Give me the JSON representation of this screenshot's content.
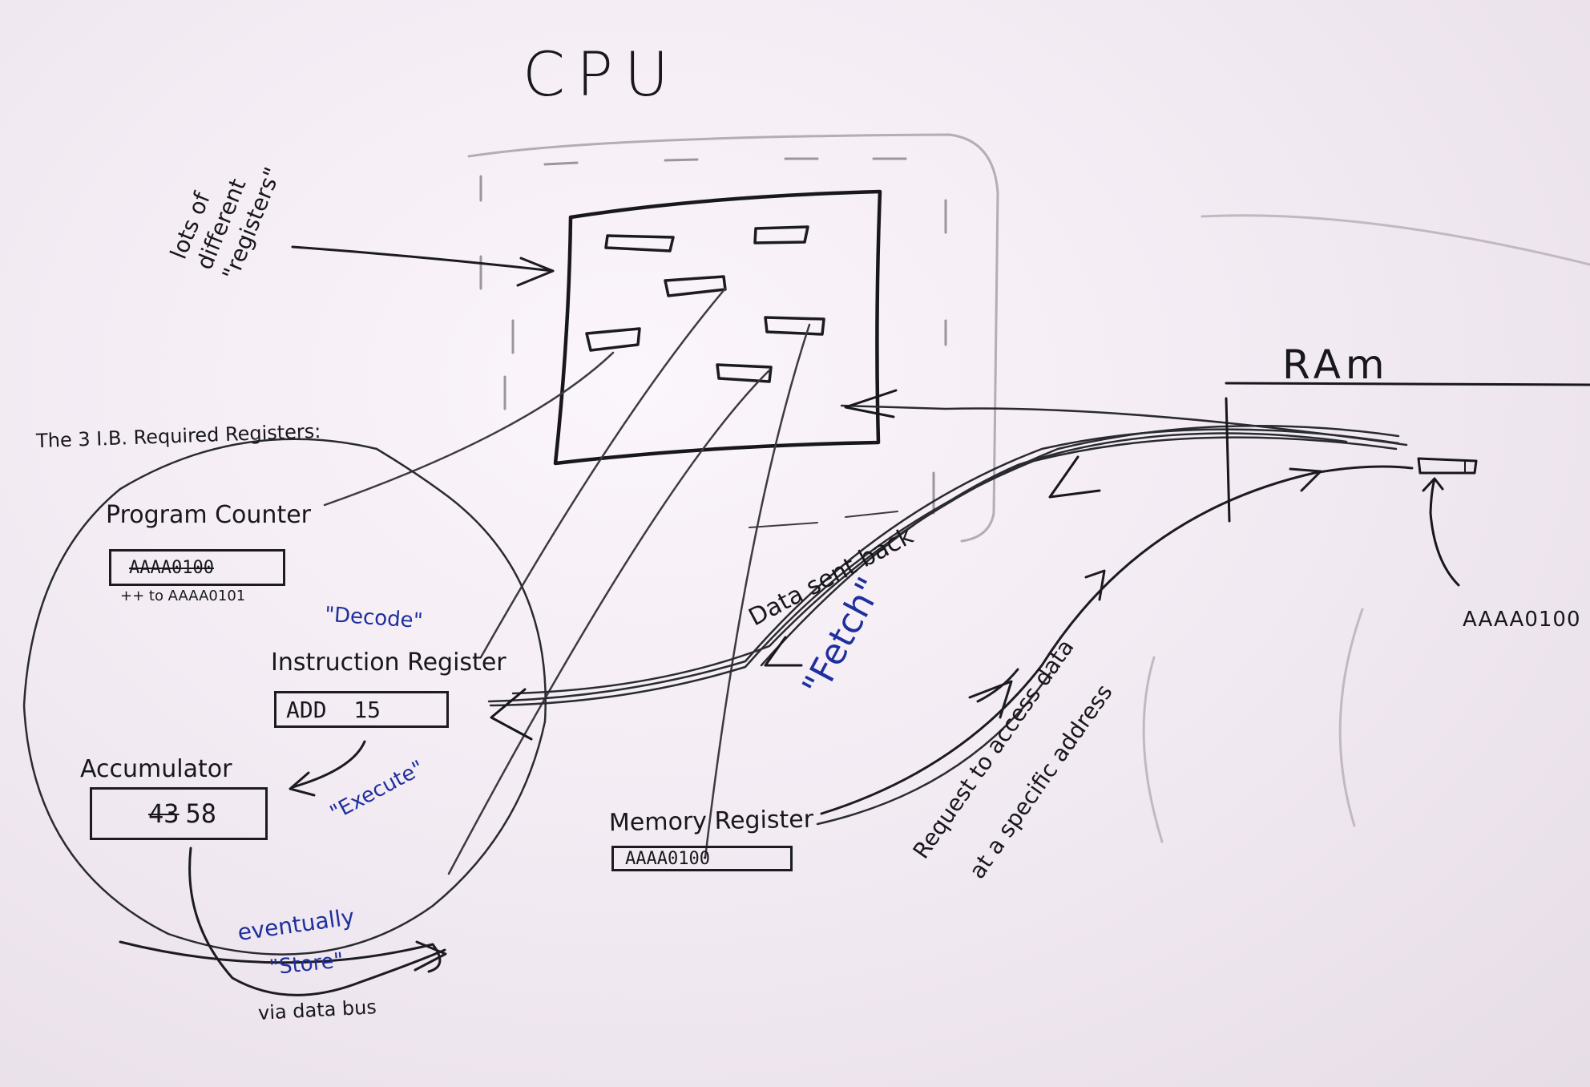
{
  "diagram": {
    "cpu_title": "CPU",
    "ram_title": "RAm",
    "registers_note": "lots of different \"registers\"",
    "required_heading": "The 3 I.B. Required Registers:",
    "program_counter": {
      "label": "Program Counter",
      "old_value": "AAAA0100",
      "increment_note": "++ to AAAA0101"
    },
    "instruction_register": {
      "label": "Instruction Register",
      "value": "ADD  15"
    },
    "accumulator": {
      "label": "Accumulator",
      "old_value": "43",
      "value": "58"
    },
    "memory_register": {
      "label": "Memory Register",
      "value": "AAAA0100"
    },
    "ram_address": "AAAA0100",
    "steps": {
      "decode": "\"Decode\"",
      "fetch": "\"Fetch\"",
      "execute": "\"Execute\"",
      "store_line1": "eventually",
      "store_line2": "\"Store\""
    },
    "notes": {
      "data_sent_back": "Data sent back",
      "request_line1": "Request to access data",
      "request_line2": "at a specific address",
      "via_data_bus": "via data bus"
    }
  }
}
